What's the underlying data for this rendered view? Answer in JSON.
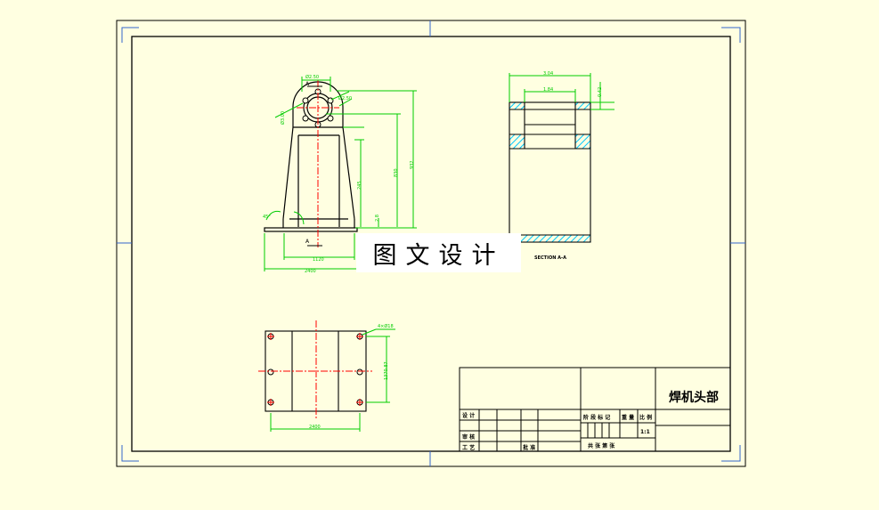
{
  "watermark": "图文设计",
  "title_block": {
    "part_name": "焊机头部",
    "labels": {
      "design": "设 计",
      "check": "审 核",
      "process": "工 艺",
      "approve": "批 准",
      "stage_mark": "阶 段 标 记",
      "weight": "重 量",
      "scale": "比 例",
      "scale_value": "1:1",
      "sheets": "共  张  第  张"
    }
  },
  "front_view": {
    "section_mark": "A",
    "dims": {
      "top_hole": "Ø2.50",
      "boss": "Ø2.50",
      "bore": "Ø3.00",
      "h_upper": "245",
      "h_mid": "830",
      "h_total": "932",
      "base_h": "2.8",
      "angle": "45°",
      "base_inner": "1120",
      "base_total": "2400"
    }
  },
  "section_view": {
    "label": "SECTION A-A",
    "dims": {
      "outer": "3.04",
      "inner": "1.84",
      "wall": "0.42"
    }
  },
  "top_view": {
    "dims": {
      "holes": "4×Ø18",
      "pitch": "1370.87",
      "width": "2400"
    }
  }
}
